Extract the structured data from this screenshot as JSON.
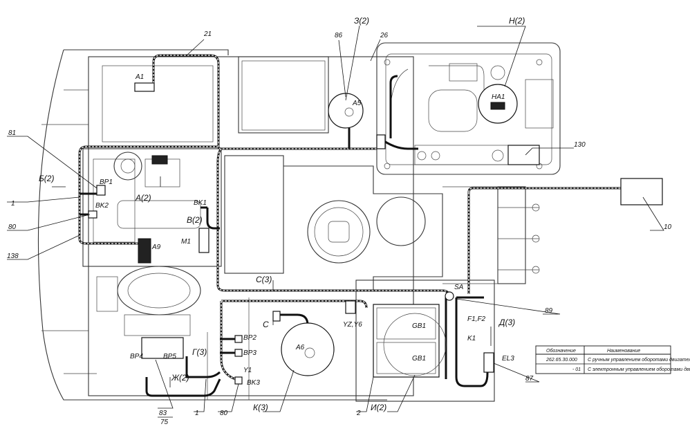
{
  "labels": {
    "z2": "З(2)",
    "n2": "Н(2)",
    "n21": "21",
    "n86": "86",
    "n26": "26",
    "a1": "A1",
    "a5": "A5",
    "ha1": "HA1",
    "n81": "81",
    "b2": "Б(2)",
    "bp1": "BP1",
    "n1_left": "1",
    "bk2": "BK2",
    "n80_left": "80",
    "n138": "138",
    "a2": "А(2)",
    "v2": "В(2)",
    "bk1": "BK1",
    "m1": "M1",
    "a9": "A9",
    "n130": "130",
    "n10": "10",
    "s3": "С(3)",
    "c": "С",
    "sa": "SA",
    "n89": "89",
    "yz_y6": "YZ,Y6",
    "gb1_top": "GB1",
    "gb1_bottom": "GB1",
    "f1f2": "F1,F2",
    "d3": "Д(3)",
    "k1": "K1",
    "el3": "EL3",
    "n87": "87",
    "bp2": "BP2",
    "bp3": "BP3",
    "y1": "Y1",
    "bk3": "BK3",
    "a6": "A6",
    "bp4": "BP4",
    "bp5": "BP5",
    "g3": "Г(3)",
    "zh2": "Ж(2)",
    "n83": "83",
    "n75": "75",
    "n1_bottom": "1",
    "n80_bottom": "80",
    "k3": "К(3)",
    "n2_bottom": "2",
    "i2": "И(2)"
  },
  "table": {
    "header_designation": "Обозначение",
    "header_name": "Наименование",
    "rows": [
      {
        "designation": "262.65.30.000",
        "name": "С ручным управлением оборотами двигателя"
      },
      {
        "designation": "- 01",
        "name": "С электронным управлением оборотами двигателя"
      }
    ]
  },
  "colors": {
    "line": "#111111",
    "paper": "#ffffff"
  }
}
